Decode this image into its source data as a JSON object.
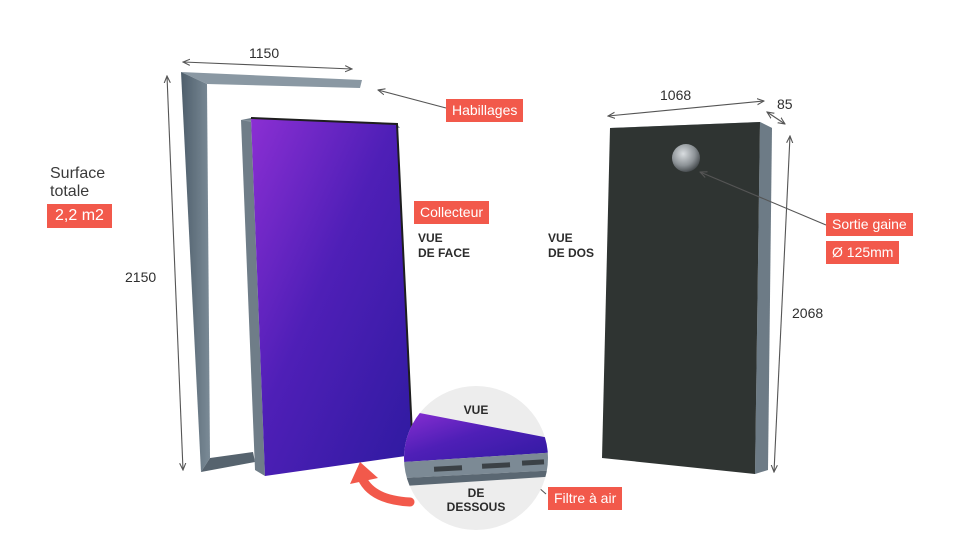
{
  "dimensions": {
    "frame_width": "1150",
    "frame_height": "2150",
    "back_width": "1068",
    "back_depth": "85",
    "back_height": "2068"
  },
  "surface": {
    "title": "Surface totale",
    "value": "2,2 m2"
  },
  "tags": {
    "habillages": "Habillages",
    "collecteur": "Collecteur",
    "sortie_gaine": "Sortie gaine",
    "diametre": "Ø 125mm",
    "filtre": "Filtre à air"
  },
  "views": {
    "face_line1": "VUE",
    "face_line2": "DE FACE",
    "dos_line1": "VUE",
    "dos_line2": "DE DOS",
    "dessous_top": "VUE",
    "dessous_line1": "DE",
    "dessous_line2": "DESSOUS"
  },
  "colors": {
    "accent": "#f2594b",
    "frame": "#5f6f7d",
    "panel_purple": "#3a1e9f",
    "panel_violet": "#8a2ed0",
    "back_panel": "#2f3432"
  }
}
